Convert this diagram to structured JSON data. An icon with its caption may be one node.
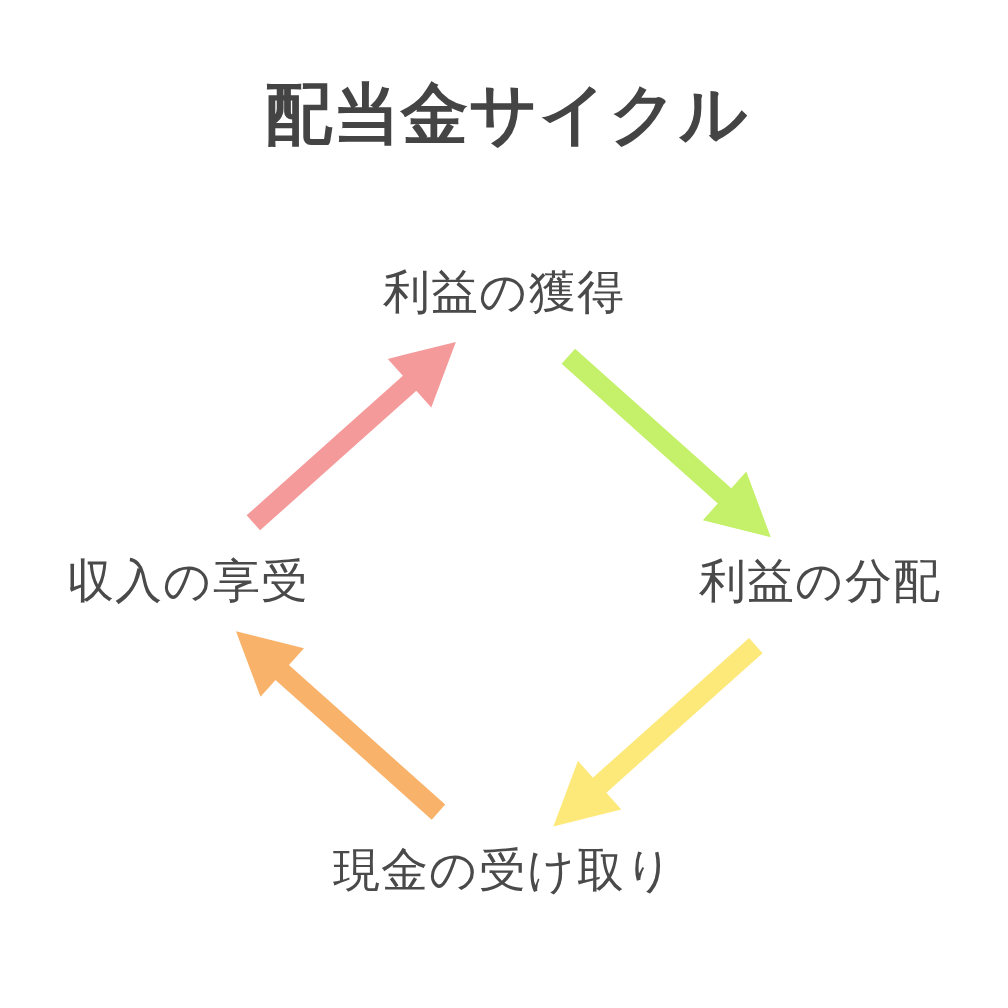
{
  "diagram": {
    "title": "配当金サイクル",
    "nodes": [
      {
        "text": [
          "利益の獲得"
        ]
      },
      {
        "text": [
          "利益の分配"
        ]
      },
      {
        "text": [
          "現金の受け取り"
        ]
      },
      {
        "text": [
          "収入の享受"
        ]
      }
    ],
    "edges": [
      {
        "from": 0,
        "to": 1,
        "arrow": "to",
        "color": "#c4f06a"
      },
      {
        "from": 1,
        "to": 2,
        "arrow": "to",
        "color": "#fde97a"
      },
      {
        "from": 2,
        "to": 3,
        "arrow": "to",
        "color": "#f8b26a"
      },
      {
        "from": 3,
        "to": 0,
        "arrow": "to",
        "color": "#f59a9a"
      }
    ]
  }
}
